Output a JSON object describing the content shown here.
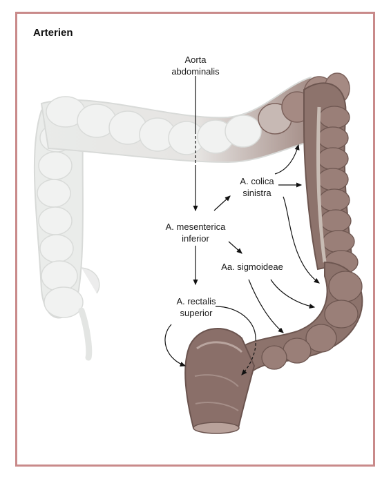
{
  "title": "Arterien",
  "labels": {
    "aorta": [
      "Aorta",
      "abdominalis"
    ],
    "mesenterica": [
      "A. mesenterica",
      "inferior"
    ],
    "colica": [
      "A. colica",
      "sinistra"
    ],
    "sigmoideae": "Aa. sigmoideae",
    "rectalis": [
      "A. rectalis",
      "superior"
    ]
  },
  "colors": {
    "frame": "#c98a8a",
    "faded_colon": "#e9ebe9",
    "colon_brown": "#8a706a",
    "arrow": "#111111"
  }
}
